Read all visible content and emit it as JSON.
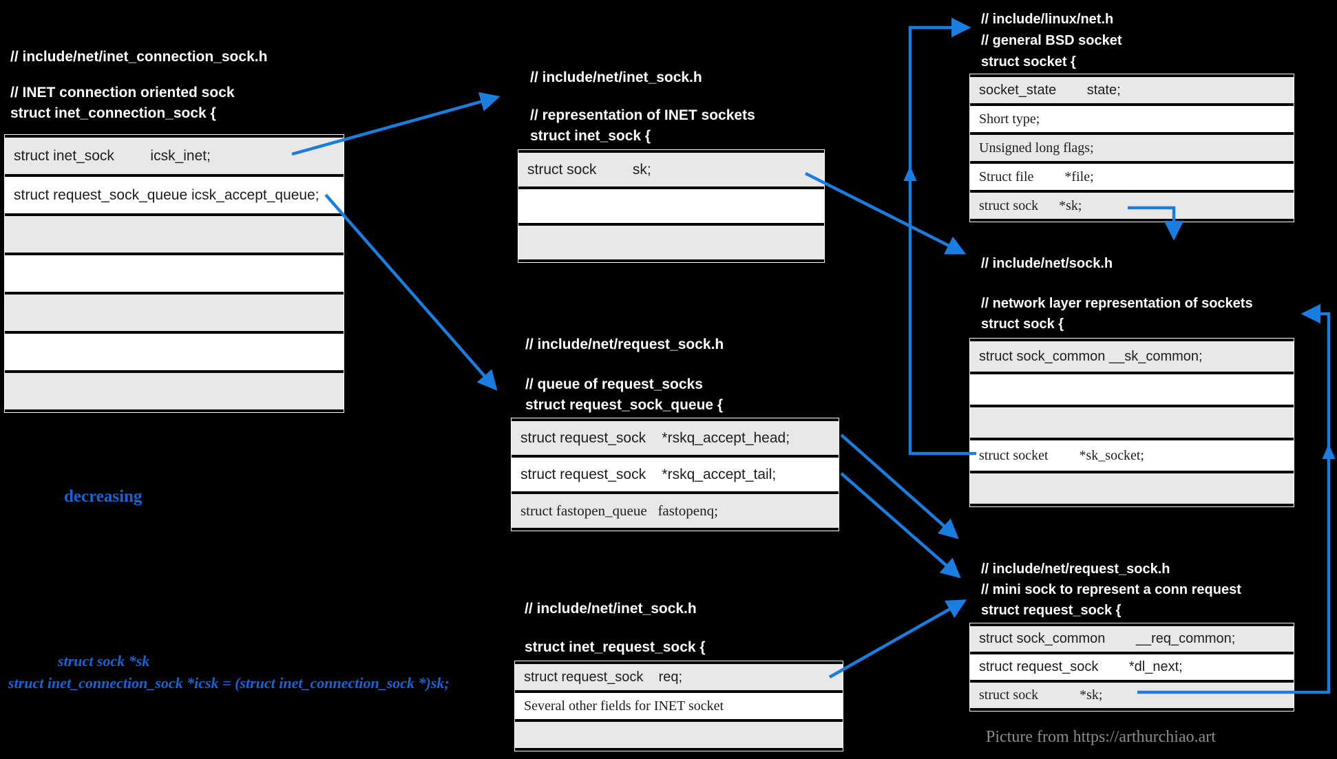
{
  "colors": {
    "background": "#000000",
    "arrow_blue": "#1a7de0",
    "text_blue": "#1565d8",
    "row_gray": "#e8e8e8",
    "row_white": "#ffffff",
    "row_text": "#1d1d1d",
    "header_text": "#ffffff",
    "credit_gray": "#8c8c8c"
  },
  "blocks": {
    "icsk": {
      "file_comment": "// include/net/inet_connection_sock.h",
      "desc_comment": "// INET connection oriented sock",
      "declaration": "struct inet_connection_sock {",
      "rows": [
        {
          "t": "struct inet_sock         icsk_inet;"
        },
        {
          "t": "struct request_sock_queue icsk_accept_queue;"
        },
        {
          "t": ""
        },
        {
          "t": ""
        },
        {
          "t": ""
        },
        {
          "t": ""
        },
        {
          "t": ""
        }
      ]
    },
    "inet_sock": {
      "file_comment": "// include/net/inet_sock.h",
      "desc_comment": "// representation of INET sockets",
      "declaration": "struct inet_sock {",
      "rows": [
        {
          "t": "struct sock         sk;"
        },
        {
          "t": ""
        },
        {
          "t": ""
        }
      ]
    },
    "rsq": {
      "file_comment": "// include/net/request_sock.h",
      "desc_comment": "// queue of request_socks",
      "declaration": "struct request_sock_queue {",
      "rows": [
        {
          "t": "struct request_sock    *rskq_accept_head;"
        },
        {
          "t": "struct request_sock    *rskq_accept_tail;"
        },
        {
          "t": "struct fastopen_queue   fastopenq;"
        }
      ]
    },
    "irs": {
      "file_comment": "// include/net/inet_sock.h",
      "declaration": "struct inet_request_sock {",
      "rows": [
        {
          "t": "struct request_sock    req;"
        },
        {
          "t": "Several other fields for INET socket"
        },
        {
          "t": ""
        }
      ]
    },
    "socket": {
      "file_comment": "// include/linux/net.h",
      "desc_comment": "// general BSD socket",
      "declaration": "struct socket {",
      "rows": [
        {
          "t": "socket_state        state;"
        },
        {
          "t": "Short type;"
        },
        {
          "t": "Unsigned long flags;"
        },
        {
          "t": "Struct file         *file;"
        },
        {
          "t": "struct sock      *sk;"
        }
      ]
    },
    "sock": {
      "file_comment": "// include/net/sock.h",
      "desc_comment": "// network layer representation of sockets",
      "declaration": "struct sock {",
      "rows": [
        {
          "t": "struct sock_common __sk_common;"
        },
        {
          "t": ""
        },
        {
          "t": ""
        },
        {
          "t": "struct socket         *sk_socket;"
        },
        {
          "t": ""
        }
      ]
    },
    "rsk": {
      "file_comment": "// include/net/request_sock.h",
      "desc_comment": "// mini sock to represent a conn request",
      "declaration": "struct request_sock {",
      "rows": [
        {
          "t": "struct sock_common        __req_common;"
        },
        {
          "t": "struct request_sock        *dl_next;"
        },
        {
          "t": "struct sock            *sk;"
        }
      ]
    }
  },
  "annotations": {
    "decreasing": "decreasing",
    "cast_line1": "struct sock *sk",
    "cast_line2": "struct inet_connection_sock *icsk = (struct inet_connection_sock *)sk;",
    "credit": "Picture from https://arthurchiao.art"
  }
}
